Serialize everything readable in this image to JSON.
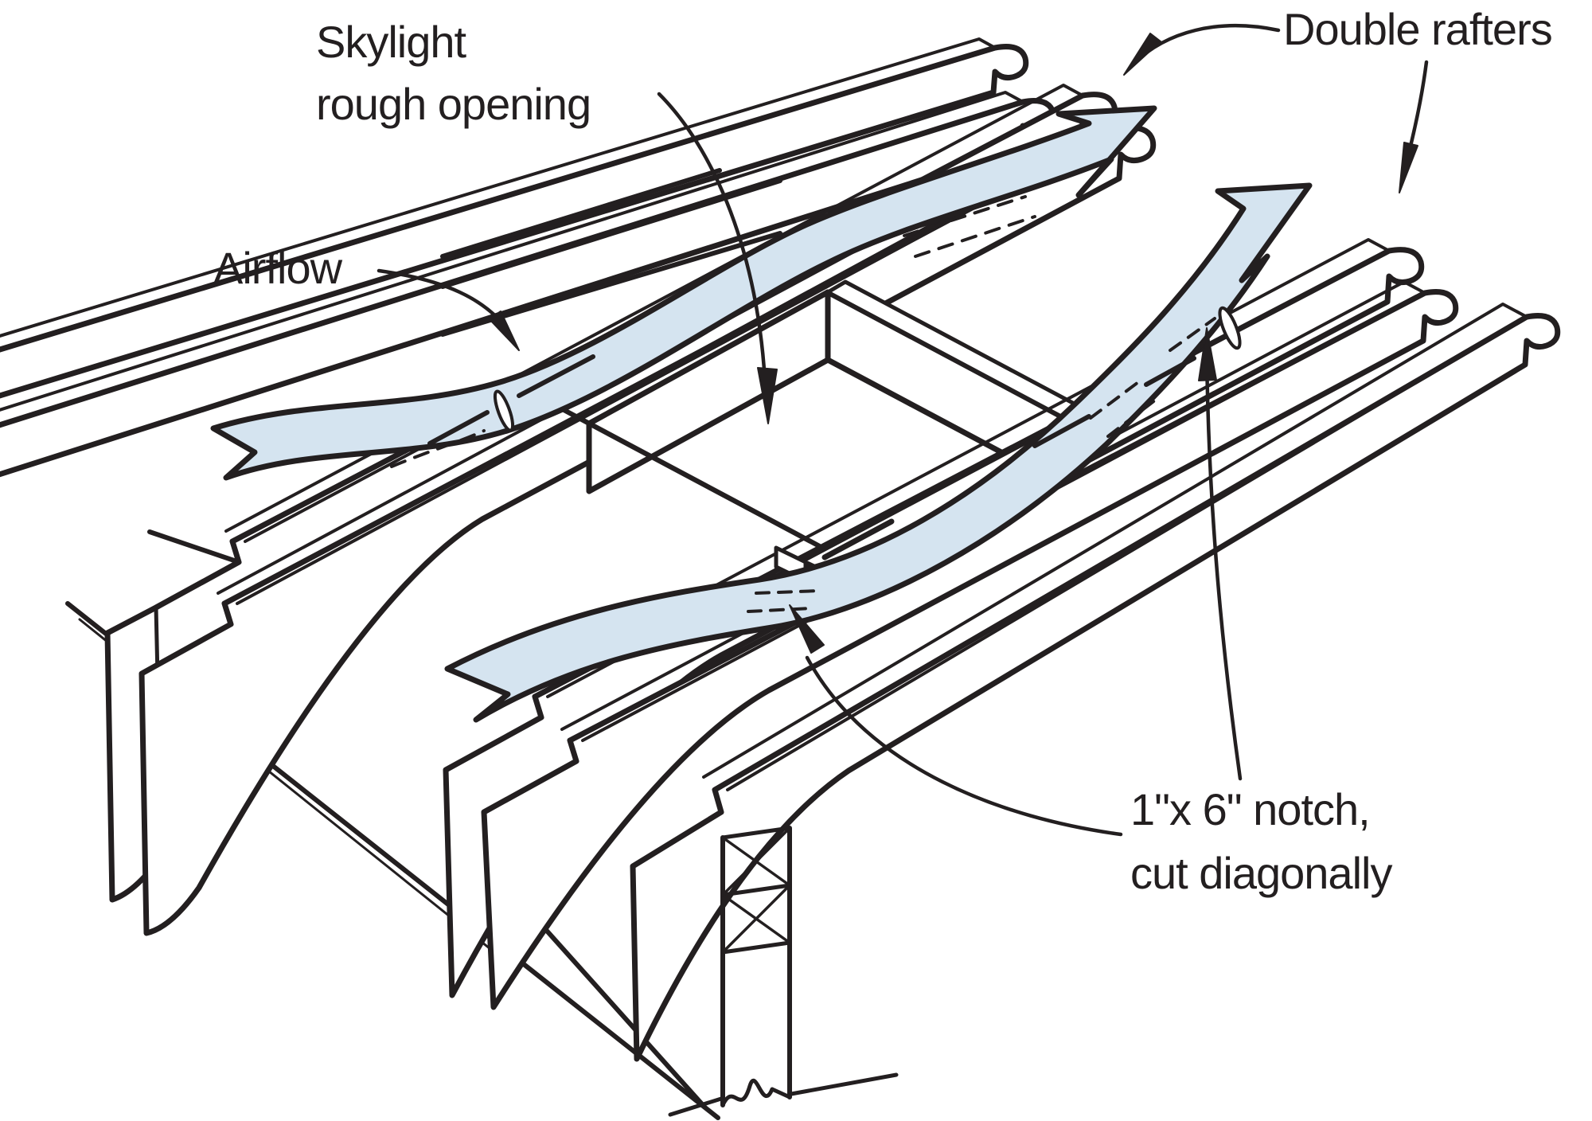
{
  "diagram": {
    "background_color": "#ffffff",
    "line_color": "#231f20",
    "airflow_fill": "#d5e4f0",
    "labels": {
      "skylight_line1": "Skylight",
      "skylight_line2": "rough opening",
      "airflow": "Airflow",
      "double_rafters": "Double rafters",
      "notch_line1": "1\"x 6\" notch,",
      "notch_line2": "cut diagonally"
    },
    "callouts": [
      {
        "label": "Skylight rough opening",
        "target": "center of the framed rough opening"
      },
      {
        "label": "Airflow",
        "target": "blue airflow ribbon weaving through rafter bays"
      },
      {
        "label": "Double rafters",
        "target": "paired rafters on each side of the opening"
      },
      {
        "label": "1\"x 6\" notch, cut diagonally",
        "target": "diagonal notches in rafters that let air pass"
      }
    ]
  }
}
